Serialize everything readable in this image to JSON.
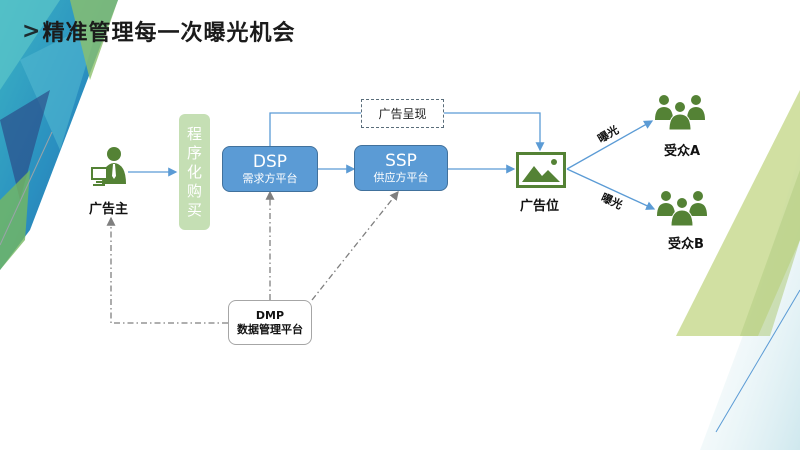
{
  "slide": {
    "title": "精准管理每一次曝光机会",
    "title_marker": "chevron-right"
  },
  "colors": {
    "accent_green": "#548235",
    "light_green": "#c5dfb4",
    "box_blue": "#5b9bd5",
    "line_blue": "#5b9bd5",
    "dash_gray": "#7f7f7f"
  },
  "nodes": {
    "advertiser": {
      "label": "广告主",
      "icon": "advertiser-person-computer-icon"
    },
    "programmatic": {
      "chars": [
        "程",
        "序",
        "化",
        "购",
        "买"
      ]
    },
    "dsp": {
      "title": "DSP",
      "subtitle": "需求方平台"
    },
    "ssp": {
      "title": "SSP",
      "subtitle": "供应方平台"
    },
    "ad_display": {
      "label": "广告呈现"
    },
    "ad_slot": {
      "label": "广告位",
      "icon": "image-icon"
    },
    "audience_a": {
      "label": "受众A",
      "icon": "group-icon"
    },
    "audience_b": {
      "label": "受众B",
      "icon": "group-icon"
    },
    "dmp": {
      "title": "DMP",
      "subtitle": "数据管理平台"
    }
  },
  "edges": {
    "exposure_a": "曝光",
    "exposure_b": "曝光"
  }
}
